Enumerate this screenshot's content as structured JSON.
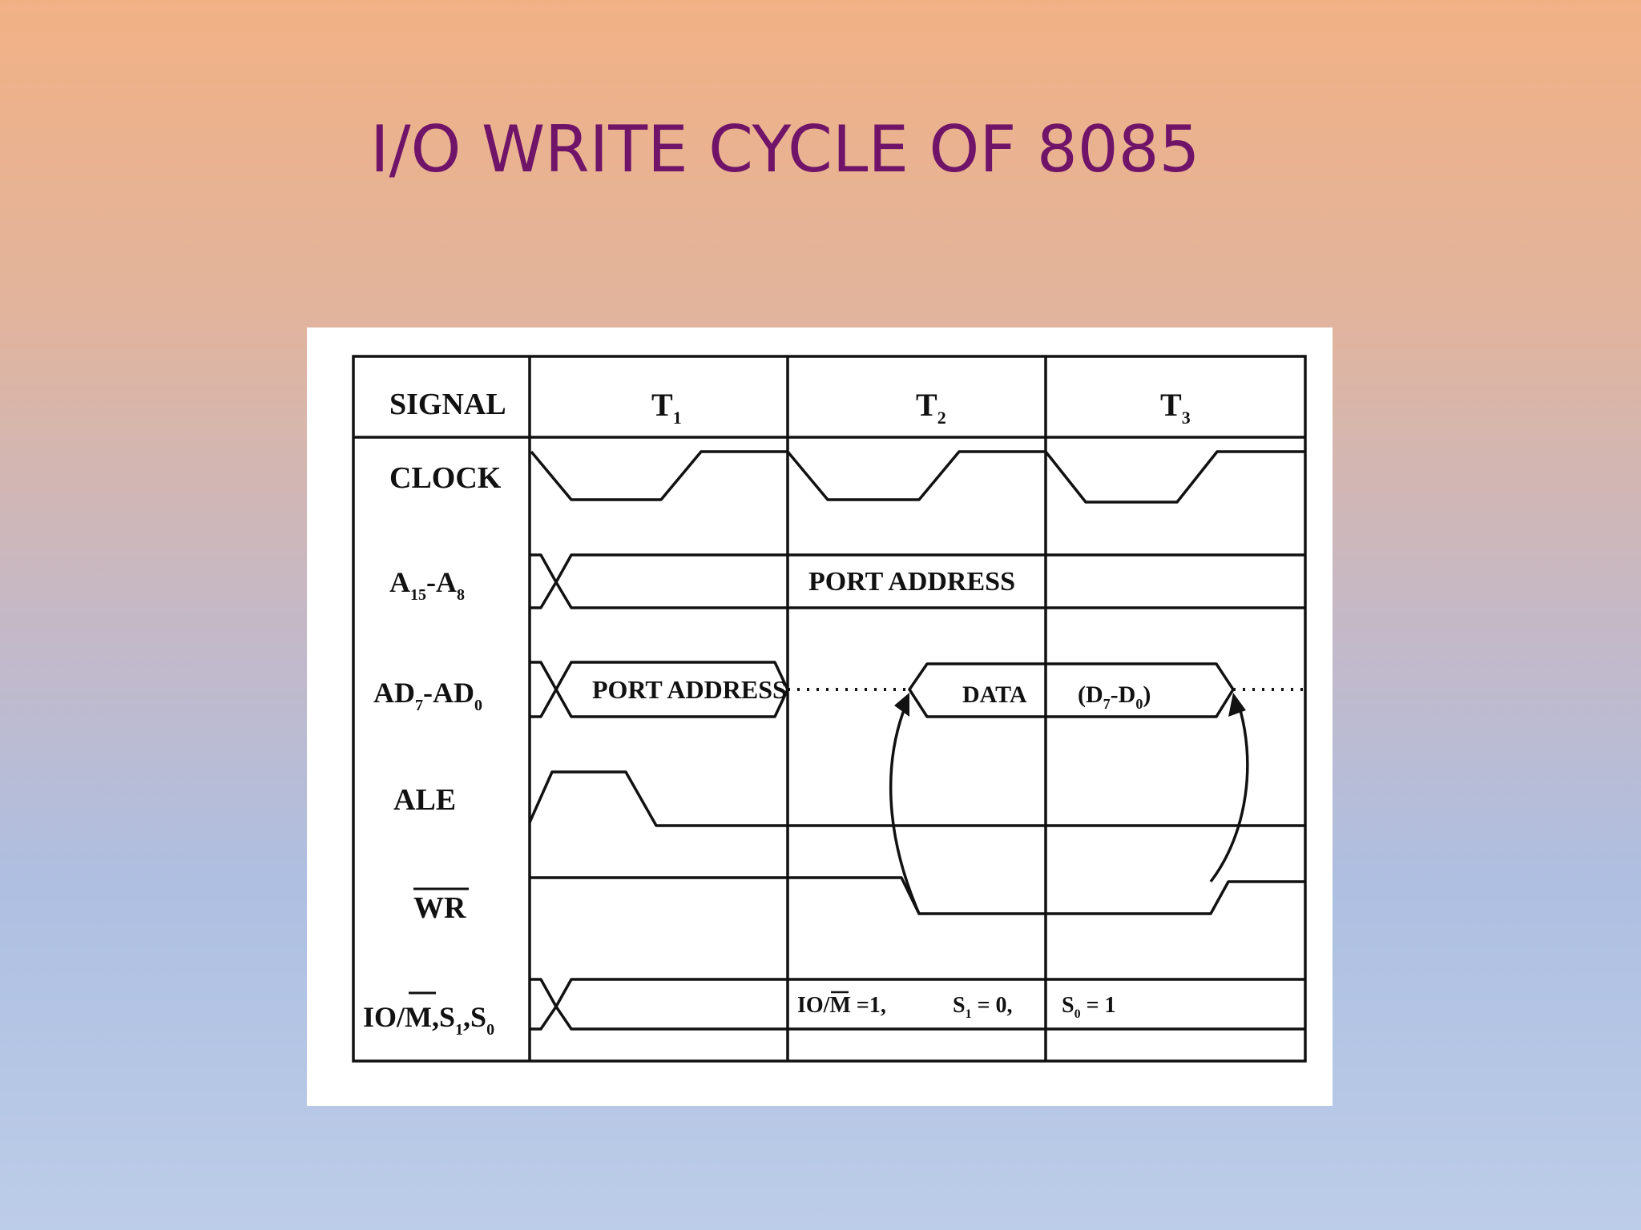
{
  "slide": {
    "title": "I/O WRITE CYCLE OF 8085"
  },
  "diagram": {
    "header": {
      "signal": "SIGNAL",
      "states": [
        "T",
        "T",
        "T"
      ],
      "state_subscripts": [
        "1",
        "2",
        "3"
      ]
    },
    "signals": {
      "clock": "CLOCK",
      "addr_high": {
        "main": "A",
        "sub1": "15",
        "dash": "-A",
        "sub2": "8"
      },
      "addr_low": {
        "main": "AD",
        "sub1": "7",
        "dash": "-AD",
        "sub2": "0"
      },
      "ale": "ALE",
      "wr": "WR",
      "iom": {
        "main": "IO/",
        "bar": "M",
        "rest": ",S",
        "sub1": "1",
        "comma": ",S",
        "sub2": "0"
      }
    },
    "waveform_labels": {
      "port_address_high": "PORT ADDRESS",
      "port_address_low": "PORT ADDRESS",
      "data": "DATA",
      "data_bits": {
        "open": "(D",
        "sub1": "7",
        "dash": "-D",
        "sub2": "0",
        "close": ")"
      },
      "iom_value": {
        "main": "IO/",
        "bar": "M",
        "rest": " =1,"
      },
      "s1_value": {
        "main": "S",
        "sub": "1",
        "rest": " = 0,"
      },
      "s0_value": {
        "main": "S",
        "sub": "0",
        "rest": " = 1"
      }
    }
  }
}
